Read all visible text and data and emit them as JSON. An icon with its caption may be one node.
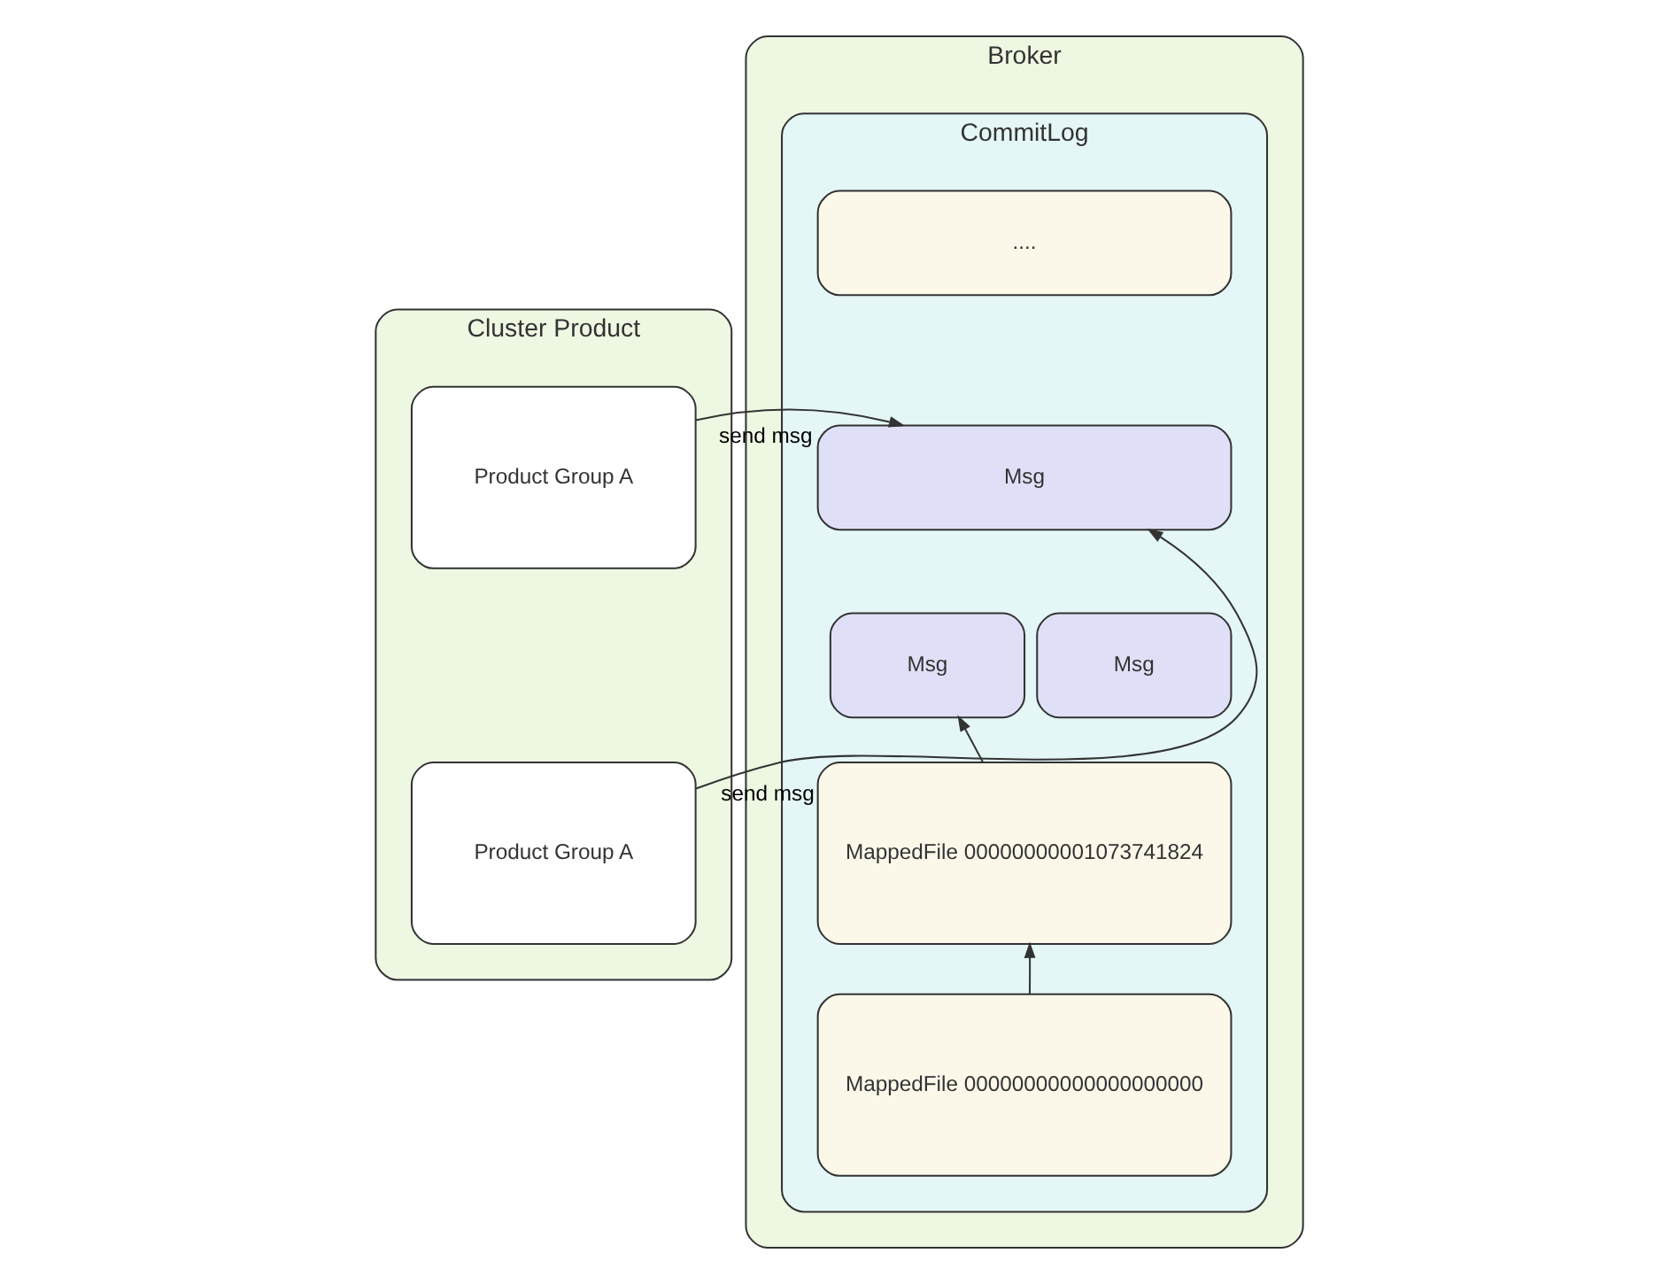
{
  "diagram": {
    "nodes": [
      {
        "text": [
          "Cluster Product"
        ]
      },
      {
        "text": [
          "Product Group A"
        ],
        "in": 0
      },
      {
        "text": [
          "Product Group A"
        ],
        "in": 0
      },
      {
        "text": [
          "Broker"
        ]
      },
      {
        "text": [
          "CommitLog"
        ],
        "in": 3
      },
      {
        "text": [
          "...."
        ],
        "in": 4
      },
      {
        "text": [
          "Msg"
        ],
        "in": 4
      },
      {
        "text": [
          "Msg"
        ],
        "in": 4
      },
      {
        "text": [
          "Msg"
        ],
        "in": 4
      },
      {
        "text": [
          "MappedFile 00000000001073741824"
        ],
        "in": 4
      },
      {
        "text": [
          "MappedFile 00000000000000000000"
        ],
        "in": 4
      }
    ],
    "edges": [
      {
        "from": 1,
        "to": 6,
        "arrow": "to",
        "label": "send msg"
      },
      {
        "from": 2,
        "to": 6,
        "arrow": "to",
        "label": "send msg"
      },
      {
        "from": 9,
        "to": 7,
        "arrow": "to"
      },
      {
        "from": 10,
        "to": 9,
        "arrow": "to"
      }
    ]
  }
}
